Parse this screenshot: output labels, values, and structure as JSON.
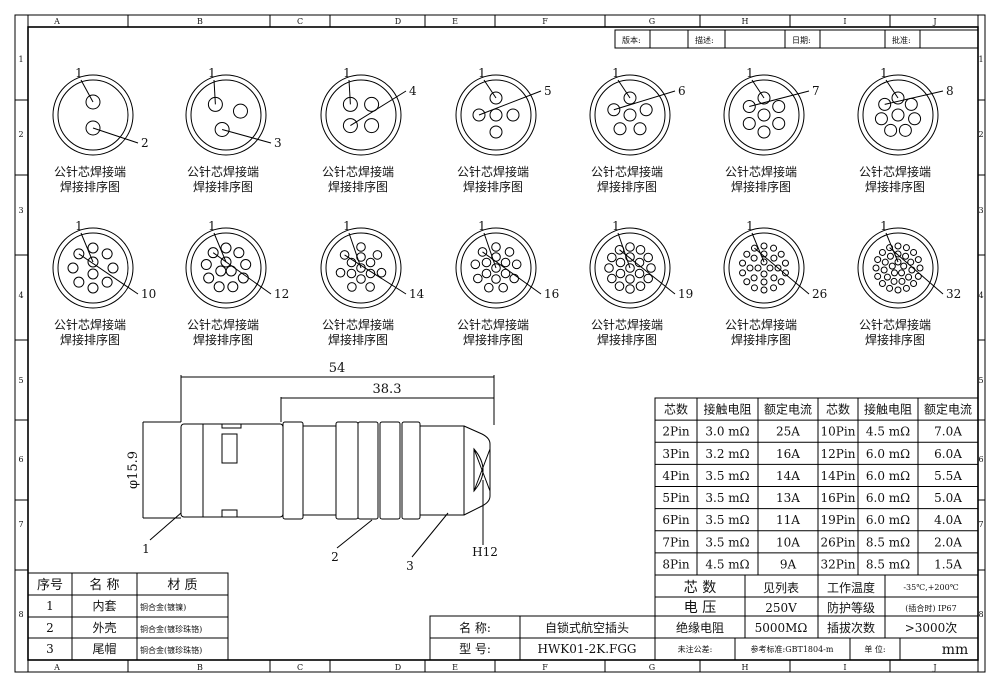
{
  "columns": [
    "A",
    "B",
    "C",
    "D",
    "E",
    "F",
    "G",
    "H",
    "I",
    "J"
  ],
  "rows": [
    "1",
    "2",
    "3",
    "4",
    "5",
    "6",
    "7",
    "8"
  ],
  "revision": {
    "version_label": "版本:",
    "desc_label": "描述:",
    "date_label": "日期:",
    "approve_label": "批准:"
  },
  "pinouts": {
    "caption_line1": "公针芯焊接端",
    "caption_line2": "焊接排序图",
    "items": [
      {
        "pins": 2,
        "first": "1",
        "last": "2"
      },
      {
        "pins": 3,
        "first": "1",
        "last": "3"
      },
      {
        "pins": 4,
        "first": "1",
        "last": "4"
      },
      {
        "pins": 5,
        "first": "1",
        "last": "5"
      },
      {
        "pins": 6,
        "first": "1",
        "last": "6"
      },
      {
        "pins": 7,
        "first": "1",
        "last": "7"
      },
      {
        "pins": 8,
        "first": "1",
        "last": "8"
      },
      {
        "pins": 10,
        "first": "1",
        "last": "10"
      },
      {
        "pins": 12,
        "first": "1",
        "last": "12"
      },
      {
        "pins": 14,
        "first": "1",
        "last": "14"
      },
      {
        "pins": 16,
        "first": "1",
        "last": "16"
      },
      {
        "pins": 19,
        "first": "1",
        "last": "19"
      },
      {
        "pins": 26,
        "first": "1",
        "last": "26"
      },
      {
        "pins": 32,
        "first": "1",
        "last": "32"
      }
    ]
  },
  "drawing": {
    "dim_total": "54",
    "dim_body": "38.3",
    "dim_dia": "φ15.9",
    "callouts": [
      "1",
      "2",
      "3",
      "H12"
    ]
  },
  "spec_table": {
    "headers": [
      "芯数",
      "接触电阻",
      "额定电流",
      "芯数",
      "接触电阻",
      "额定电流"
    ],
    "rows": [
      [
        "2Pin",
        "3.0 mΩ",
        "25A",
        "10Pin",
        "4.5 mΩ",
        "7.0A"
      ],
      [
        "3Pin",
        "3.2 mΩ",
        "16A",
        "12Pin",
        "6.0 mΩ",
        "6.0A"
      ],
      [
        "4Pin",
        "3.5 mΩ",
        "14A",
        "14Pin",
        "6.0 mΩ",
        "5.5A"
      ],
      [
        "5Pin",
        "3.5 mΩ",
        "13A",
        "16Pin",
        "6.0 mΩ",
        "5.0A"
      ],
      [
        "6Pin",
        "3.5 mΩ",
        "11A",
        "19Pin",
        "6.0 mΩ",
        "4.0A"
      ],
      [
        "7Pin",
        "3.5 mΩ",
        "10A",
        "26Pin",
        "8.5 mΩ",
        "2.0A"
      ],
      [
        "8Pin",
        "4.5 mΩ",
        "9A",
        "32Pin",
        "8.5 mΩ",
        "1.5A"
      ]
    ]
  },
  "parts": {
    "headers": [
      "序号",
      "名 称",
      "材 质"
    ],
    "rows": [
      [
        "1",
        "内套",
        "铜合金(镀镍)"
      ],
      [
        "2",
        "外壳",
        "铜合金(镀珍珠铬)"
      ],
      [
        "3",
        "尾帽",
        "铜合金(镀珍珠铬)"
      ]
    ]
  },
  "title_block": {
    "cores_label": "芯 数",
    "cores_value": "见列表",
    "temp_label": "工作温度",
    "temp_value": "-35℃,+200℃",
    "voltage_label": "电 压",
    "voltage_value": "250V",
    "ip_label": "防护等级",
    "ip_value": "(插合时) IP67",
    "name_label": "名 称:",
    "name_value": "自锁式航空插头",
    "insulation_label": "绝缘电阻",
    "insulation_value": "5000MΩ",
    "cycles_label": "插拔次数",
    "cycles_value": ">3000次",
    "model_label": "型 号:",
    "model_value": "HWK01-2K.FGG",
    "tolerance_label": "未注公差:",
    "standard_label": "参考标准:GBT1804-m",
    "unit_label": "单 位:",
    "unit_value": "mm"
  }
}
